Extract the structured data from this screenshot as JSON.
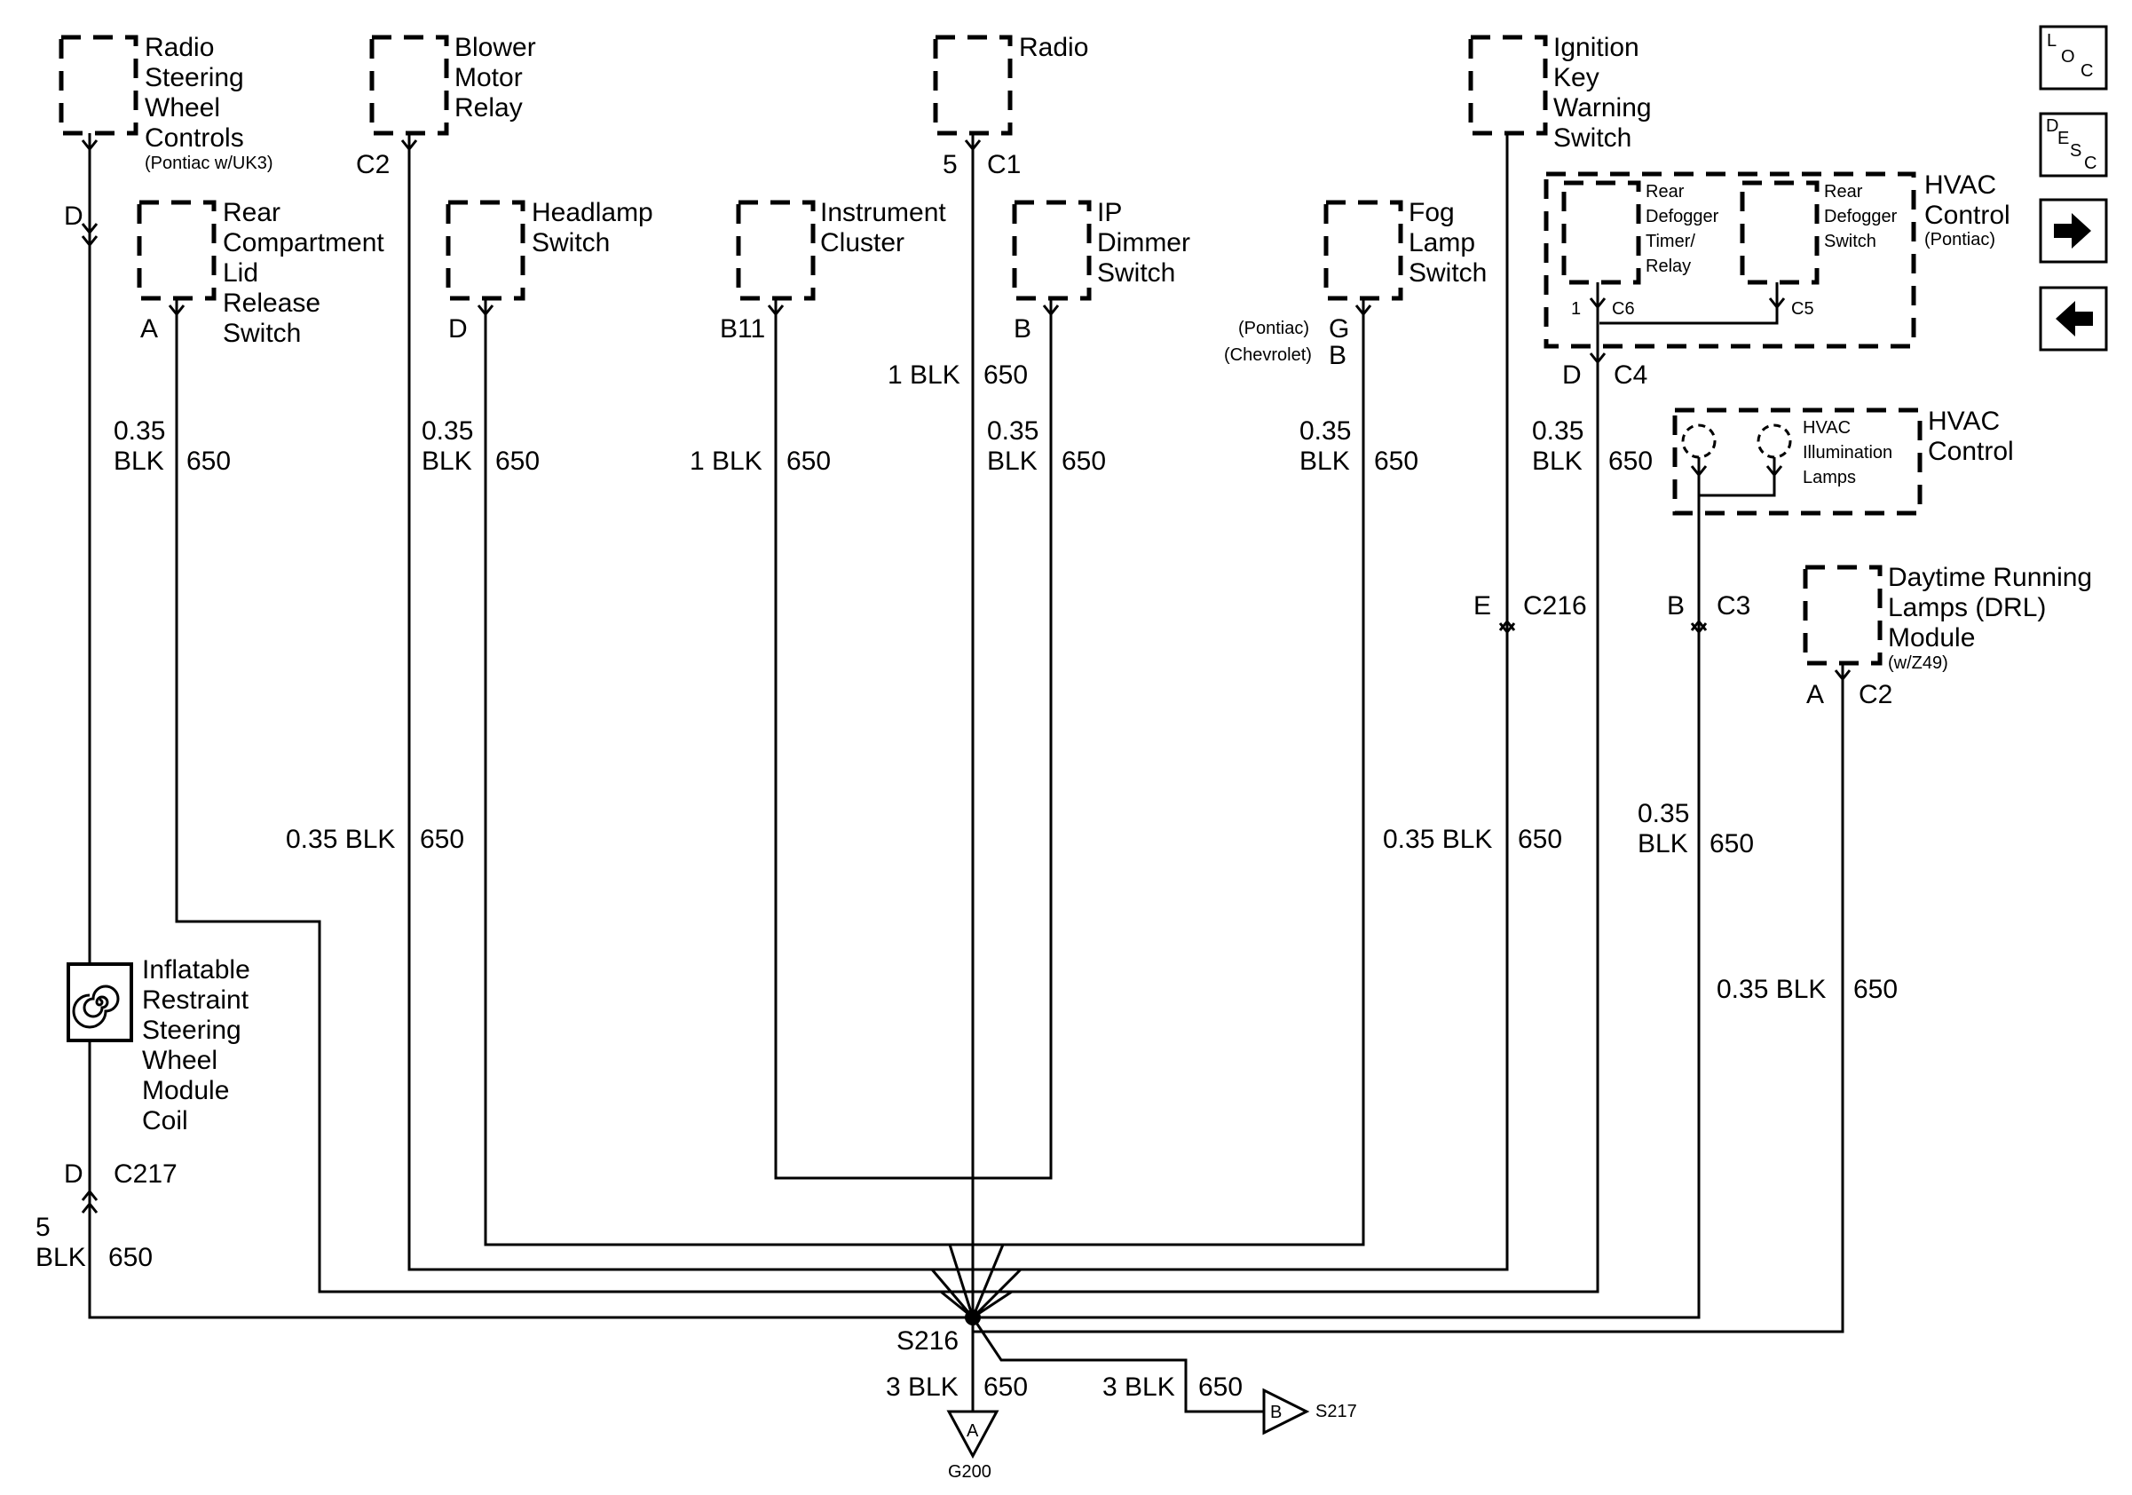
{
  "components": {
    "radio_steering_wheel_controls": {
      "name_lines": [
        "Radio",
        "Steering",
        "Wheel",
        "Controls"
      ],
      "note": "(Pontiac w/UK3)"
    },
    "blower_motor_relay": {
      "name_lines": [
        "Blower",
        "Motor",
        "Relay"
      ],
      "connector": "C2"
    },
    "radio": {
      "name_lines": [
        "Radio"
      ],
      "pin": "5",
      "connector": "C1"
    },
    "ignition_key_warning_switch": {
      "name_lines": [
        "Ignition",
        "Key",
        "Warning",
        "Switch"
      ]
    },
    "rear_compartment_lid_release_switch": {
      "name_lines": [
        "Rear",
        "Compartment",
        "Lid",
        "Release",
        "Switch"
      ],
      "pin": "A"
    },
    "headlamp_switch": {
      "name_lines": [
        "Headlamp",
        "Switch"
      ],
      "pin": "D"
    },
    "instrument_cluster": {
      "name_lines": [
        "Instrument",
        "Cluster"
      ],
      "pin": "B11"
    },
    "ip_dimmer_switch": {
      "name_lines": [
        "IP",
        "Dimmer",
        "Switch"
      ],
      "pin": "B"
    },
    "fog_lamp_switch": {
      "name_lines": [
        "Fog",
        "Lamp",
        "Switch"
      ],
      "pin_pontiac_label": "(Pontiac)",
      "pin_pontiac": "G",
      "pin_chevrolet_label": "(Chevrolet)",
      "pin_chevrolet": "B"
    },
    "hvac_control_pontiac": {
      "name_lines": [
        "HVAC",
        "Control"
      ],
      "note": "(Pontiac)",
      "timer_lines": [
        "Rear",
        "Defogger",
        "Timer/",
        "Relay"
      ],
      "switch_lines": [
        "Rear",
        "Defogger",
        "Switch"
      ],
      "pin1": "1",
      "conn_c6": "C6",
      "conn_c5": "C5",
      "pin_d": "D",
      "conn_c4": "C4"
    },
    "hvac_control_illum": {
      "name_lines": [
        "HVAC",
        "Control"
      ],
      "lamps_lines": [
        "HVAC",
        "Illumination",
        "Lamps"
      ]
    },
    "drl_module": {
      "name_lines": [
        "Daytime Running",
        "Lamps (DRL)",
        "Module"
      ],
      "note": "(w/Z49)",
      "pin": "A",
      "connector": "C2"
    },
    "inflatable_restraint_coil": {
      "name_lines": [
        "Inflatable",
        "Restraint",
        "Steering",
        "Wheel",
        "Module",
        "Coil"
      ]
    }
  },
  "connectors": {
    "rswc_pin": "D",
    "c217_pin": "D",
    "c217": "C217",
    "c216_pin": "E",
    "c216": "C216",
    "c3_pin": "B",
    "c3": "C3"
  },
  "wires": {
    "rswc_top": {
      "gauge_lines": [],
      "circuit": ""
    },
    "rswc_bottom": {
      "gauge_lines": [
        "5",
        "BLK"
      ],
      "circuit": "650"
    },
    "rear_lid": {
      "gauge_lines": [
        "0.35",
        "BLK"
      ],
      "circuit": "650"
    },
    "blower": {
      "gauge": "0.35 BLK",
      "circuit": "650"
    },
    "headlamp": {
      "gauge_lines": [
        "0.35",
        "BLK"
      ],
      "circuit": "650"
    },
    "instrument": {
      "gauge": "1 BLK",
      "circuit": "650"
    },
    "radio": {
      "gauge": "1 BLK",
      "circuit": "650"
    },
    "ip_dimmer": {
      "gauge_lines": [
        "0.35",
        "BLK"
      ],
      "circuit": "650"
    },
    "fog": {
      "gauge_lines": [
        "0.35",
        "BLK"
      ],
      "circuit": "650"
    },
    "ignition_key": {
      "gauge": "0.35 BLK",
      "circuit": "650"
    },
    "hvac_c4": {
      "gauge_lines": [
        "0.35",
        "BLK"
      ],
      "circuit": "650"
    },
    "hvac_c3": {
      "gauge_lines": [
        "0.35",
        "BLK"
      ],
      "circuit": "650"
    },
    "drl": {
      "gauge": "0.35 BLK",
      "circuit": "650"
    },
    "ground": {
      "gauge": "3 BLK",
      "circuit": "650"
    },
    "to_s217": {
      "gauge": "3 BLK",
      "circuit": "650"
    }
  },
  "splice": {
    "name": "S216"
  },
  "ground": {
    "letter": "A",
    "name": "G200"
  },
  "offpage": {
    "letter": "B",
    "name": "S217"
  },
  "nav": {
    "loc": {
      "l": "L",
      "o": "O",
      "c": "C"
    },
    "desc": {
      "d": "D",
      "e": "E",
      "s": "S",
      "c": "C"
    },
    "next": "next-page",
    "prev": "previous-page"
  }
}
